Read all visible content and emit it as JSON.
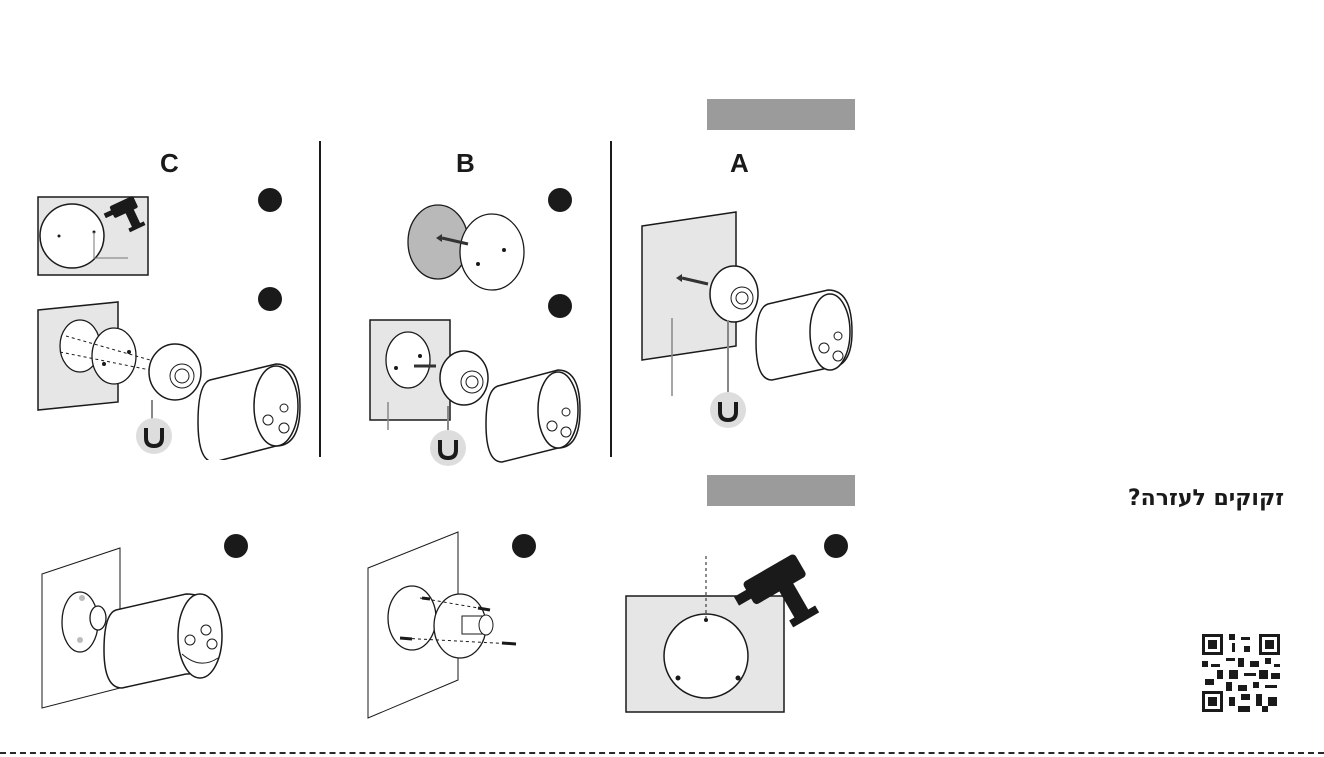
{
  "sections": {
    "mount_options": {
      "labels": [
        "C",
        "B",
        "A"
      ]
    }
  },
  "help": {
    "title": "זקוקים לעזרה?"
  },
  "icons": {
    "magnet": "magnet-icon",
    "drill": "drill-icon",
    "qr": "qr-code"
  }
}
